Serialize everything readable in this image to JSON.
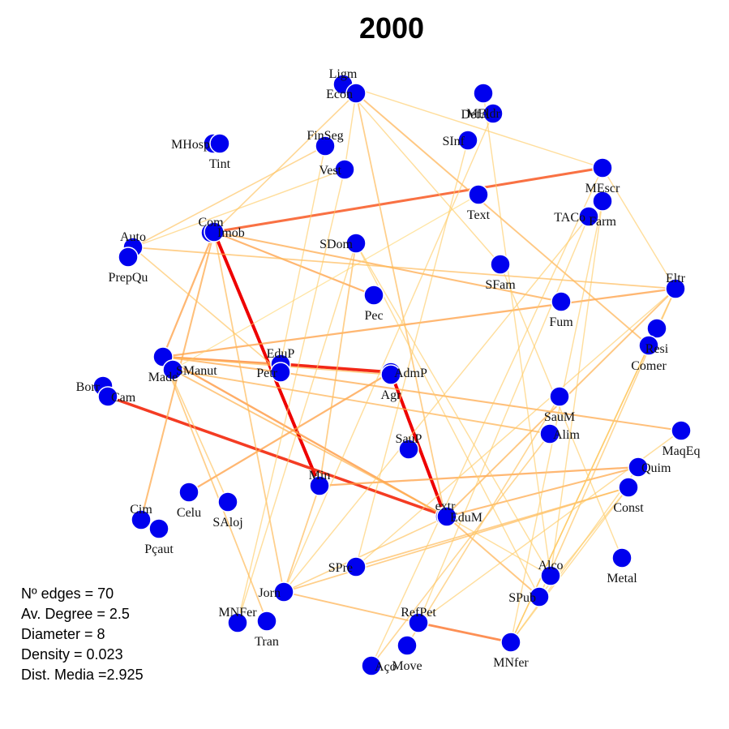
{
  "title": "2000",
  "colors": {
    "node": "#0000ee",
    "node_stroke": "#ffffff",
    "edge_low": "#fff080",
    "edge_high": "#ff0000"
  },
  "nodes": [
    {
      "id": "Ligm",
      "label": "Ligm"
    },
    {
      "id": "Econ",
      "label": "Econ"
    },
    {
      "id": "FinSeg",
      "label": "FinSeg"
    },
    {
      "id": "MHosp",
      "label": "MHosp"
    },
    {
      "id": "Tint",
      "label": "Tint"
    },
    {
      "id": "Vest",
      "label": "Vest"
    },
    {
      "id": "MEldr",
      "label": "MEldr"
    },
    {
      "id": "DefA",
      "label": "DefA"
    },
    {
      "id": "SInf",
      "label": "SInf"
    },
    {
      "id": "MEscr",
      "label": "MEscr"
    },
    {
      "id": "Farm",
      "label": "Farm"
    },
    {
      "id": "TACo",
      "label": "TACo"
    },
    {
      "id": "Text",
      "label": "Text"
    },
    {
      "id": "Com",
      "label": "Com"
    },
    {
      "id": "Imob",
      "label": "Imob"
    },
    {
      "id": "Auto",
      "label": "Auto"
    },
    {
      "id": "PrepQu",
      "label": "PrepQu"
    },
    {
      "id": "SDom",
      "label": "SDom"
    },
    {
      "id": "SFam",
      "label": "SFam"
    },
    {
      "id": "Eltr",
      "label": "Eltr"
    },
    {
      "id": "Pec",
      "label": "Pec"
    },
    {
      "id": "Fum",
      "label": "Fum"
    },
    {
      "id": "Resi",
      "label": "Resi"
    },
    {
      "id": "Comer",
      "label": "Comer"
    },
    {
      "id": "Made",
      "label": "Made"
    },
    {
      "id": "SManut",
      "label": "SManut"
    },
    {
      "id": "EduP",
      "label": "EduP"
    },
    {
      "id": "Petr",
      "label": "Petr"
    },
    {
      "id": "AdmP",
      "label": "AdmP"
    },
    {
      "id": "Agr",
      "label": "Agr"
    },
    {
      "id": "Borr",
      "label": "Borr"
    },
    {
      "id": "Cam",
      "label": "Cam"
    },
    {
      "id": "SauM",
      "label": "SauM"
    },
    {
      "id": "Alim",
      "label": "Alim"
    },
    {
      "id": "MaqEq",
      "label": "MaqEq"
    },
    {
      "id": "SauP",
      "label": "SauP"
    },
    {
      "id": "Quim",
      "label": "Quim"
    },
    {
      "id": "Const",
      "label": "Const"
    },
    {
      "id": "Min",
      "label": "Min"
    },
    {
      "id": "extr",
      "label": "extr"
    },
    {
      "id": "EduM",
      "label": "EduM"
    },
    {
      "id": "Cim",
      "label": "Cim"
    },
    {
      "id": "Celu",
      "label": "Celu"
    },
    {
      "id": "Pcaut",
      "label": "Pçaut"
    },
    {
      "id": "SAloj",
      "label": "SAloj"
    },
    {
      "id": "Alco",
      "label": "Alco"
    },
    {
      "id": "Metal",
      "label": "Metal"
    },
    {
      "id": "SPre",
      "label": "SPre"
    },
    {
      "id": "SPub",
      "label": "SPub"
    },
    {
      "id": "Jorn",
      "label": "Jorn"
    },
    {
      "id": "MNFer",
      "label": "MNFer"
    },
    {
      "id": "Tran",
      "label": "Tran"
    },
    {
      "id": "RefPet",
      "label": "RefPet"
    },
    {
      "id": "Move",
      "label": "Move"
    },
    {
      "id": "Aco",
      "label": "Aço"
    },
    {
      "id": "MNfer",
      "label": "MNfer"
    }
  ],
  "edges": [
    {
      "from": "Imob",
      "to": "Min",
      "weight": 1.0
    },
    {
      "from": "AdmP",
      "to": "extr",
      "weight": 1.0
    },
    {
      "from": "EduP",
      "to": "AdmP",
      "weight": 0.9
    },
    {
      "from": "Cam",
      "to": "EduM",
      "weight": 0.85
    },
    {
      "from": "Imob",
      "to": "MEscr",
      "weight": 0.7
    },
    {
      "from": "RefPet",
      "to": "MNfer",
      "weight": 0.6
    },
    {
      "from": "Made",
      "to": "EduP",
      "weight": 0.55
    },
    {
      "from": "Made",
      "to": "extr",
      "weight": 0.5
    },
    {
      "from": "Made",
      "to": "Eltr",
      "weight": 0.45
    },
    {
      "from": "Imob",
      "to": "Made",
      "weight": 0.45
    },
    {
      "from": "Imob",
      "to": "Pec",
      "weight": 0.45
    },
    {
      "from": "Imob",
      "to": "Fum",
      "weight": 0.4
    },
    {
      "from": "Celu",
      "to": "AdmP",
      "weight": 0.45
    },
    {
      "from": "Cim",
      "to": "Imob",
      "weight": 0.4
    },
    {
      "from": "Petr",
      "to": "MaqEq",
      "weight": 0.4
    },
    {
      "from": "Econ",
      "to": "Comer",
      "weight": 0.35
    },
    {
      "from": "Made",
      "to": "Petr",
      "weight": 0.4
    },
    {
      "from": "Min",
      "to": "Quim",
      "weight": 0.45
    },
    {
      "from": "EduM",
      "to": "Quim",
      "weight": 0.4
    },
    {
      "from": "SManut",
      "to": "Alim",
      "weight": 0.35
    },
    {
      "from": "SManut",
      "to": "EduM",
      "weight": 0.35
    },
    {
      "from": "Jorn",
      "to": "RefPet",
      "weight": 0.35
    },
    {
      "from": "Jorn",
      "to": "Const",
      "weight": 0.3
    },
    {
      "from": "SPre",
      "to": "Const",
      "weight": 0.3
    },
    {
      "from": "extr",
      "to": "Eltr",
      "weight": 0.35
    },
    {
      "from": "EduM",
      "to": "SPub",
      "weight": 0.35
    },
    {
      "from": "Min",
      "to": "SDom",
      "weight": 0.3
    },
    {
      "from": "Jorn",
      "to": "Imob",
      "weight": 0.3
    },
    {
      "from": "Jorn",
      "to": "Min",
      "weight": 0.3
    },
    {
      "from": "Made",
      "to": "Agr",
      "weight": 0.3
    },
    {
      "from": "Auto",
      "to": "FinSeg",
      "weight": 0.25
    },
    {
      "from": "Auto",
      "to": "Vest",
      "weight": 0.2
    },
    {
      "from": "Auto",
      "to": "Eltr",
      "weight": 0.3
    },
    {
      "from": "Auto",
      "to": "Petr",
      "weight": 0.25
    },
    {
      "from": "Econ",
      "to": "Imob",
      "weight": 0.25
    },
    {
      "from": "Econ",
      "to": "Vest",
      "weight": 0.2
    },
    {
      "from": "Econ",
      "to": "extr",
      "weight": 0.3
    },
    {
      "from": "Ligm",
      "to": "SFam",
      "weight": 0.2
    },
    {
      "from": "Ligm",
      "to": "MEscr",
      "weight": 0.2
    },
    {
      "from": "SInf",
      "to": "SPre",
      "weight": 0.2
    },
    {
      "from": "DefA",
      "to": "Jorn",
      "weight": 0.2
    },
    {
      "from": "MEldr",
      "to": "Alco",
      "weight": 0.2
    },
    {
      "from": "Text",
      "to": "SManut",
      "weight": 0.15
    },
    {
      "from": "Vest",
      "to": "MNFer",
      "weight": 0.2
    },
    {
      "from": "FinSeg",
      "to": "EduP",
      "weight": 0.2
    },
    {
      "from": "SDom",
      "to": "MNFer",
      "weight": 0.2
    },
    {
      "from": "SDom",
      "to": "SPub",
      "weight": 0.2
    },
    {
      "from": "SDom",
      "to": "Alco",
      "weight": 0.2
    },
    {
      "from": "SFam",
      "to": "Metal",
      "weight": 0.2
    },
    {
      "from": "MEscr",
      "to": "Eltr",
      "weight": 0.2
    },
    {
      "from": "MEscr",
      "to": "Aco",
      "weight": 0.2
    },
    {
      "from": "TACo",
      "to": "RefPet",
      "weight": 0.2
    },
    {
      "from": "Farm",
      "to": "Alco",
      "weight": 0.2
    },
    {
      "from": "Farm",
      "to": "MNfer",
      "weight": 0.2
    },
    {
      "from": "TACo",
      "to": "Jorn",
      "weight": 0.2
    },
    {
      "from": "Eltr",
      "to": "MNfer",
      "weight": 0.25
    },
    {
      "from": "Eltr",
      "to": "SPub",
      "weight": 0.25
    },
    {
      "from": "Eltr",
      "to": "SPre",
      "weight": 0.2
    },
    {
      "from": "Resi",
      "to": "MNfer",
      "weight": 0.2
    },
    {
      "from": "Comer",
      "to": "MNfer",
      "weight": 0.2
    },
    {
      "from": "SauM",
      "to": "Move",
      "weight": 0.25
    },
    {
      "from": "Alim",
      "to": "Aco",
      "weight": 0.25
    },
    {
      "from": "MaqEq",
      "to": "RefPet",
      "weight": 0.2
    },
    {
      "from": "Quim",
      "to": "MNfer",
      "weight": 0.2
    },
    {
      "from": "Const",
      "to": "MNfer",
      "weight": 0.2
    },
    {
      "from": "Const",
      "to": "SPub",
      "weight": 0.2
    },
    {
      "from": "Made",
      "to": "SAloj",
      "weight": 0.25
    },
    {
      "from": "Made",
      "to": "Tran",
      "weight": 0.3
    },
    {
      "from": "Alco",
      "to": "EduM",
      "weight": 0.2
    },
    {
      "from": "EduM",
      "to": "Jorn",
      "weight": 0.25
    }
  ],
  "stats": {
    "edges": "Nº edges = 70",
    "degree": "Av. Degree = 2.5",
    "diameter": "Diameter = 8",
    "density": "Density = 0.023",
    "dist": "Dist. Media =2.925"
  }
}
